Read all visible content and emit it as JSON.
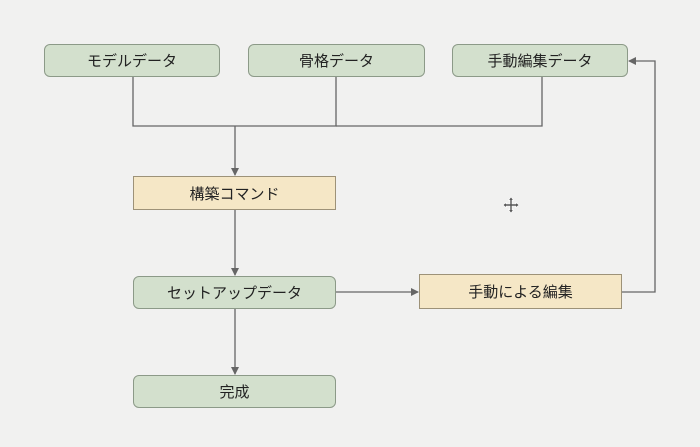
{
  "diagram": {
    "nodes": {
      "model_data": "モデルデータ",
      "skeleton_data": "骨格データ",
      "manual_edit_data": "手動編集データ",
      "build_command": "構築コマンド",
      "setup_data": "セットアップデータ",
      "manual_editing": "手動による編集",
      "complete": "完成"
    },
    "colors": {
      "background": "#f1f1f0",
      "data_node_fill": "#d3e0cd",
      "process_node_fill": "#f5e7c6",
      "line": "#666666"
    },
    "edges": [
      {
        "from": "model_data",
        "to": "build_command"
      },
      {
        "from": "skeleton_data",
        "to": "build_command"
      },
      {
        "from": "manual_edit_data",
        "to": "build_command"
      },
      {
        "from": "build_command",
        "to": "setup_data"
      },
      {
        "from": "setup_data",
        "to": "complete"
      },
      {
        "from": "setup_data",
        "to": "manual_editing"
      },
      {
        "from": "manual_editing",
        "to": "manual_edit_data"
      }
    ]
  },
  "cursor": {
    "icon": "move-cursor-icon"
  }
}
